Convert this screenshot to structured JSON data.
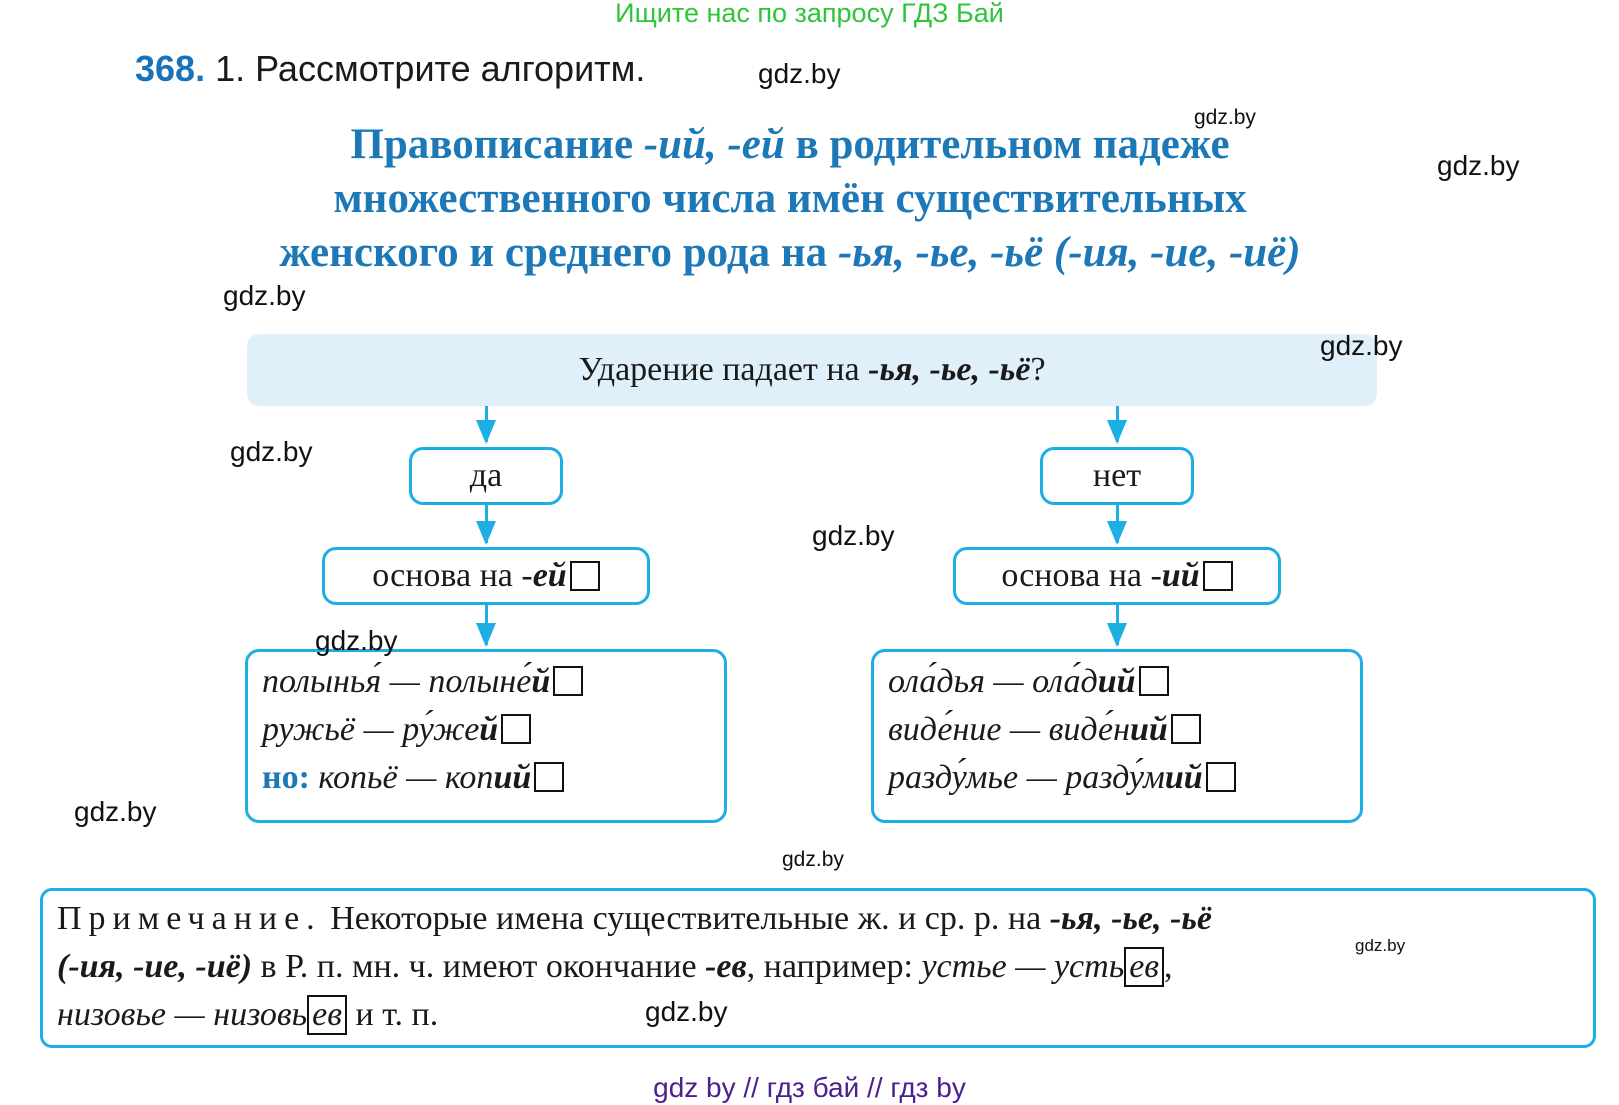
{
  "banner": {
    "text": "Ищите нас по запросу ГДЗ Бай",
    "color": "#2fc53a"
  },
  "task": {
    "number": "368.",
    "text": "1. Рассмотрите алгоритм."
  },
  "title": {
    "line1_a": "Правописание ",
    "line1_b": "-ий, -ей",
    "line1_c": " в родительном падеже",
    "line2": "множественного числа имён существительных",
    "line3_a": "женского и среднего рода на ",
    "line3_b": "-ья, -ье, -ьё (-ия, -ие, -иё)",
    "color": "#1d78b8"
  },
  "diagram": {
    "question_a": "Ударение падает на ",
    "question_b": "-ья, -ье, -ьё",
    "question_c": "?",
    "left": {
      "answer": "да",
      "rule_a": "основа на -",
      "rule_b": "ей",
      "examples": [
        {
          "a": "полынья́ — полыне́",
          "b": "й"
        },
        {
          "a": "ружьё — ру́же",
          "b": "й"
        },
        {
          "prefix": "но:",
          "a": " копьё — коп",
          "b": "ий"
        }
      ]
    },
    "right": {
      "answer": "нет",
      "rule_a": "основа на -",
      "rule_b": "ий",
      "examples": [
        {
          "a": "ола́дья — ола́д",
          "b": "ий"
        },
        {
          "a": "виде́ние — виде́н",
          "b": "ий"
        },
        {
          "a": "разду́мье — разду́м",
          "b": "ий"
        }
      ]
    },
    "accent_color": "#1daee3"
  },
  "note": {
    "label": "Примечание.",
    "t1": " Некоторые имена существительные ж. и ср. р. на ",
    "t1b": "-ья, -ье, -ьё",
    "t2a": "(-ия, -ие, -иё)",
    "t2b": " в Р. п. мн. ч. имеют окончание ",
    "t2c": "-ев",
    "t2d": ", например: ",
    "t2e": "устье — усть",
    "t2f": "ев",
    "t2g": ",",
    "t3a": "низовье — низовь",
    "t3b": "ев",
    "t3c": " и т. п."
  },
  "watermarks": [
    "gdz.by",
    "gdz.by",
    "gdz.by",
    "gdz.by",
    "gdz.by",
    "gdz.by",
    "gdz.by",
    "gdz.by",
    "gdz.by",
    "gdz.by",
    "gdz.by",
    "gdz.by"
  ],
  "footer": {
    "text": "gdz by  //  гдз бай  //  гдз by",
    "color": "#4b1f8f"
  }
}
